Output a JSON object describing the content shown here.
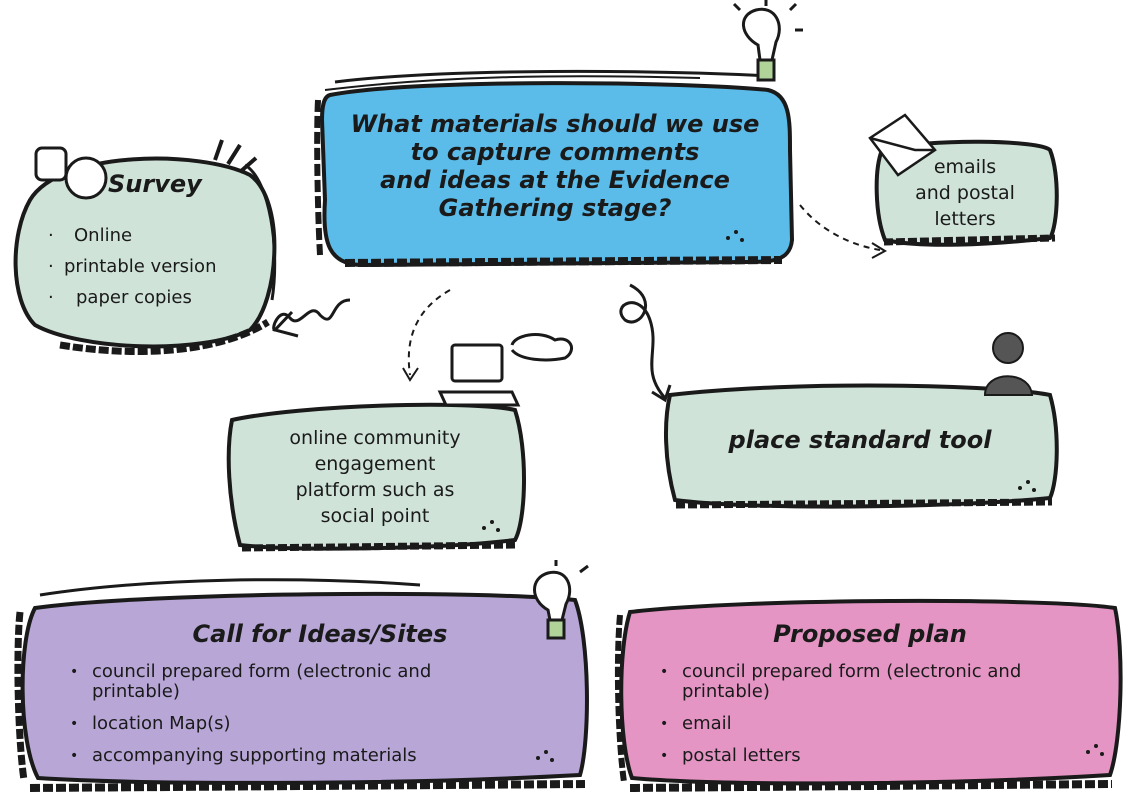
{
  "question": {
    "text": "What materials should we use to capture comments and ideas at the Evidence Gathering stage?",
    "lines": [
      "What materials should we use",
      "to capture comments",
      "and ideas at the Evidence",
      "Gathering stage?"
    ]
  },
  "survey": {
    "title": "Survey",
    "items": [
      "Online",
      "printable version",
      "paper copies"
    ]
  },
  "emails": {
    "lines": [
      "emails",
      "and postal",
      "letters"
    ]
  },
  "online_platform": {
    "lines": [
      "online community",
      "engagement",
      "platform such as",
      "social point"
    ]
  },
  "place_tool": {
    "title": "place standard tool"
  },
  "call_for_ideas": {
    "title": "Call for Ideas/Sites",
    "items": [
      "council prepared form (electronic and printable)",
      "location Map(s)",
      "accompanying supporting materials"
    ]
  },
  "proposed_plan": {
    "title": "Proposed plan",
    "items": [
      "council prepared form (electronic and printable)",
      "email",
      "postal letters"
    ]
  },
  "colors": {
    "question_box": "#5bbbe9",
    "sage_box": "#cfe3d8",
    "purple_box": "#b7a6d6",
    "pink_box": "#e495c4",
    "outline": "#1a1a1a"
  },
  "icons": [
    "lightbulb-icon",
    "speech-bubbles-icon",
    "envelope-icon",
    "laptop-icon",
    "person-icon",
    "lightbulb-icon"
  ]
}
